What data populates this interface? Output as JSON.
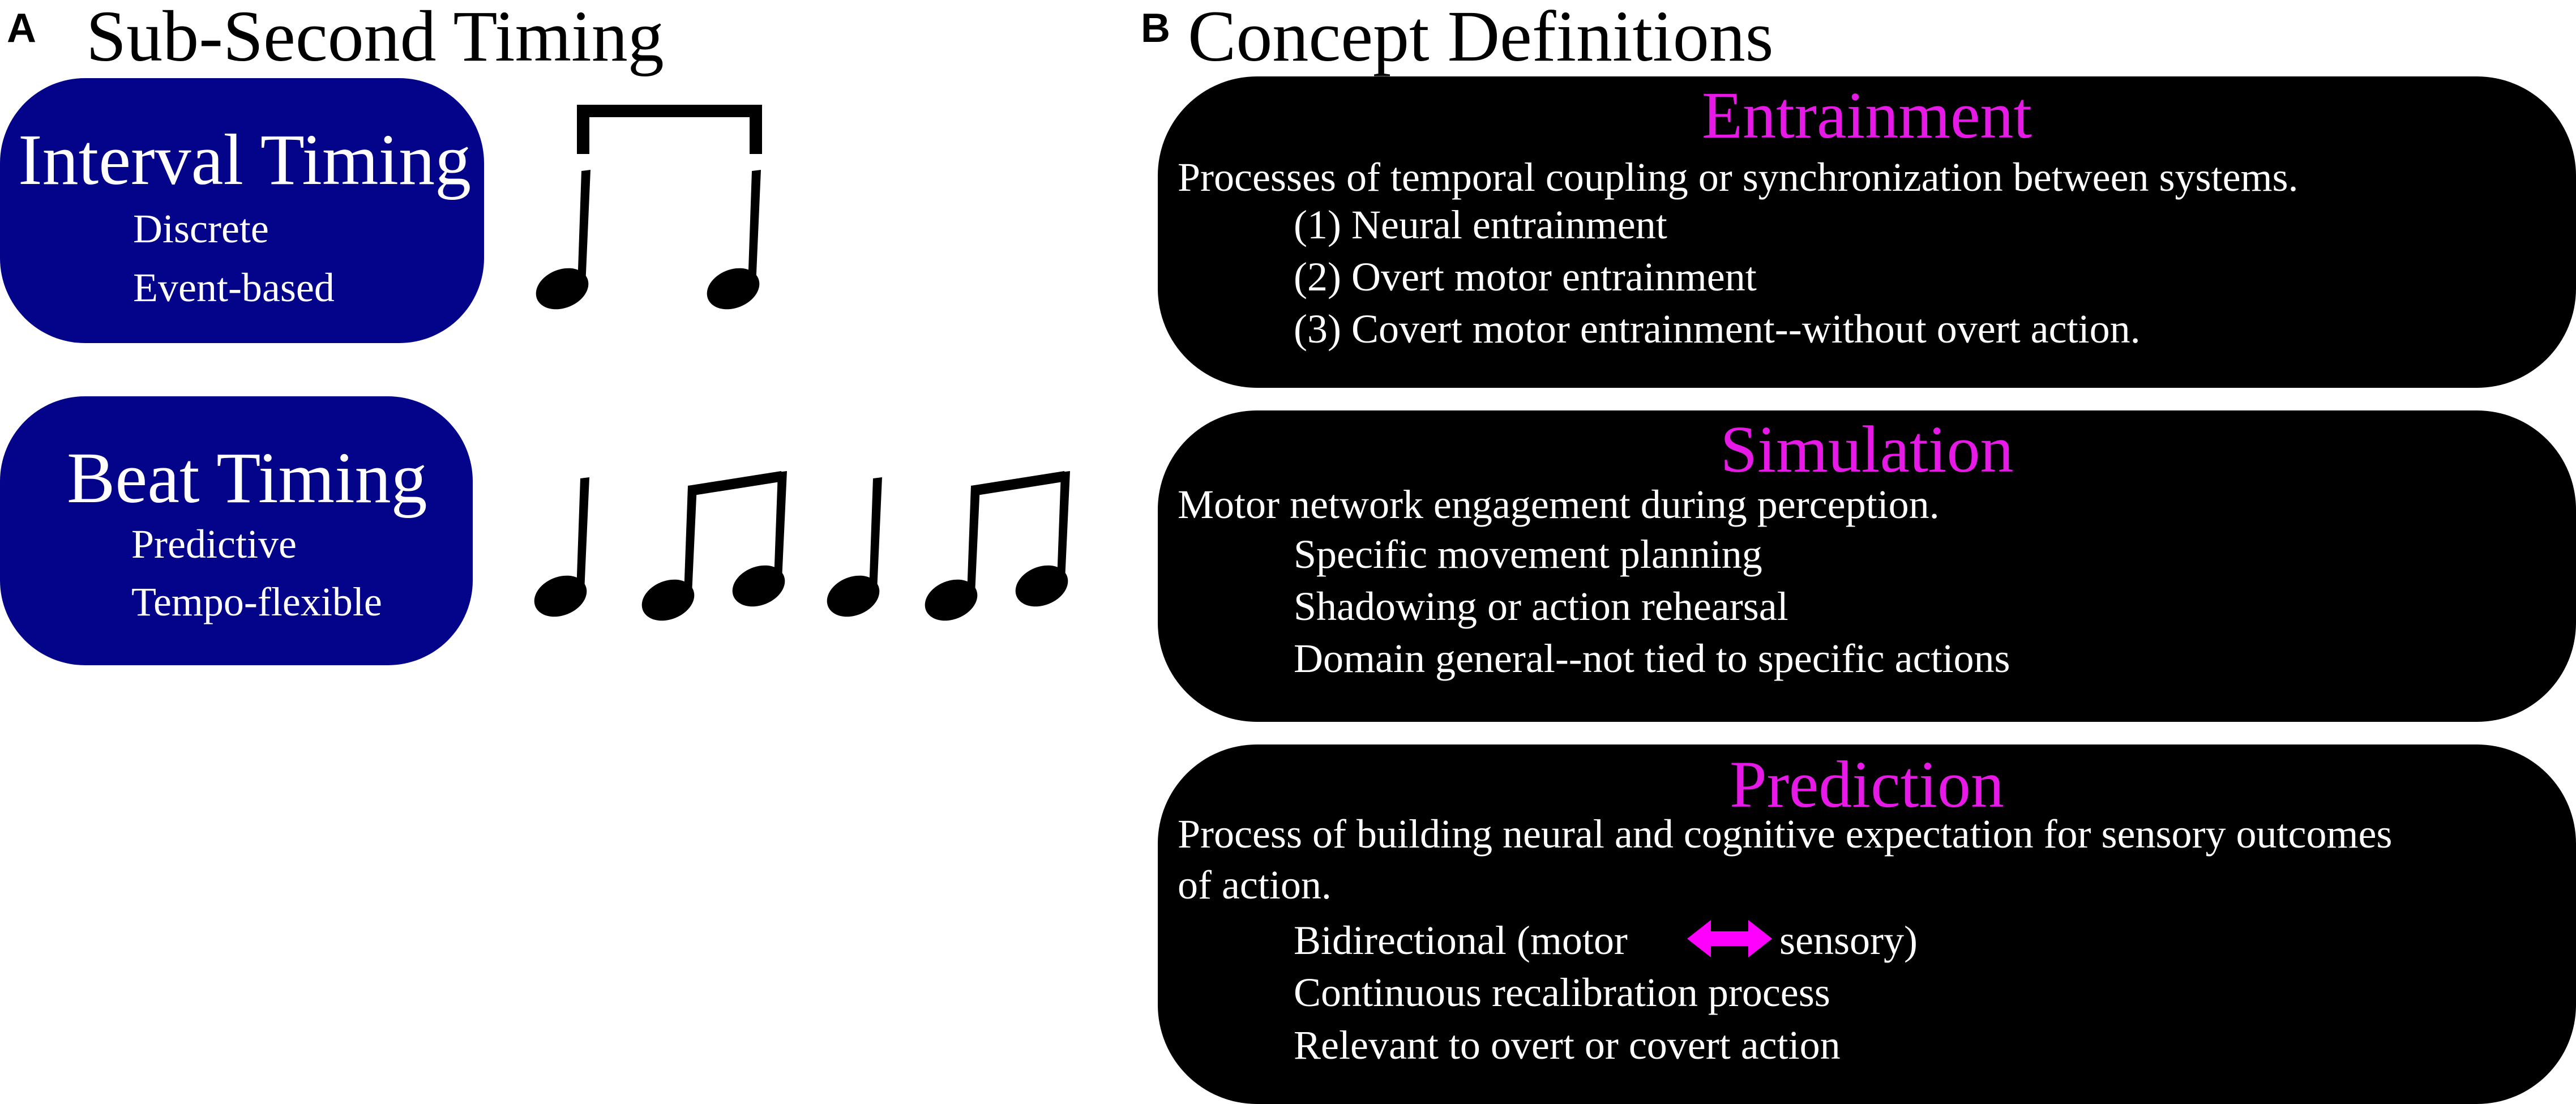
{
  "colors": {
    "pill_blue": "#04048a",
    "card_black": "#000000",
    "heading_magenta": "#e619e6",
    "arrow_magenta": "#ff00ff"
  },
  "panel_a": {
    "letter": "A",
    "title": "Sub-Second Timing",
    "interval": {
      "title": "Interval Timing",
      "items": [
        "Discrete",
        "Event-based"
      ],
      "notation_icon": "two-quarter-notes-bracket-icon"
    },
    "beat": {
      "title": "Beat Timing",
      "items": [
        "Predictive",
        "Tempo-flexible"
      ],
      "notation_icon": "beat-rhythm-notes-icon"
    }
  },
  "panel_b": {
    "letter": "B",
    "title": "Concept Definitions",
    "entrainment": {
      "title": "Entrainment",
      "definition": "Processes of temporal coupling or synchronization between systems.",
      "items": [
        "(1) Neural entrainment",
        "(2) Overt motor entrainment",
        "(3) Covert motor entrainment--without overt action."
      ]
    },
    "simulation": {
      "title": "Simulation",
      "definition": "Motor network engagement during perception.",
      "items": [
        "Specific movement planning",
        "Shadowing or action rehearsal",
        "Domain general--not tied to specific actions"
      ]
    },
    "prediction": {
      "title": "Prediction",
      "definition_line1": "Process of building neural and cognitive expectation for sensory outcomes",
      "definition_line2": "of action.",
      "bidirectional_left": "Bidirectional (motor",
      "bidirectional_right": "sensory)",
      "arrow_icon": "double-headed-arrow-icon",
      "items": [
        "Continuous recalibration process",
        "Relevant to overt or covert action"
      ]
    }
  }
}
